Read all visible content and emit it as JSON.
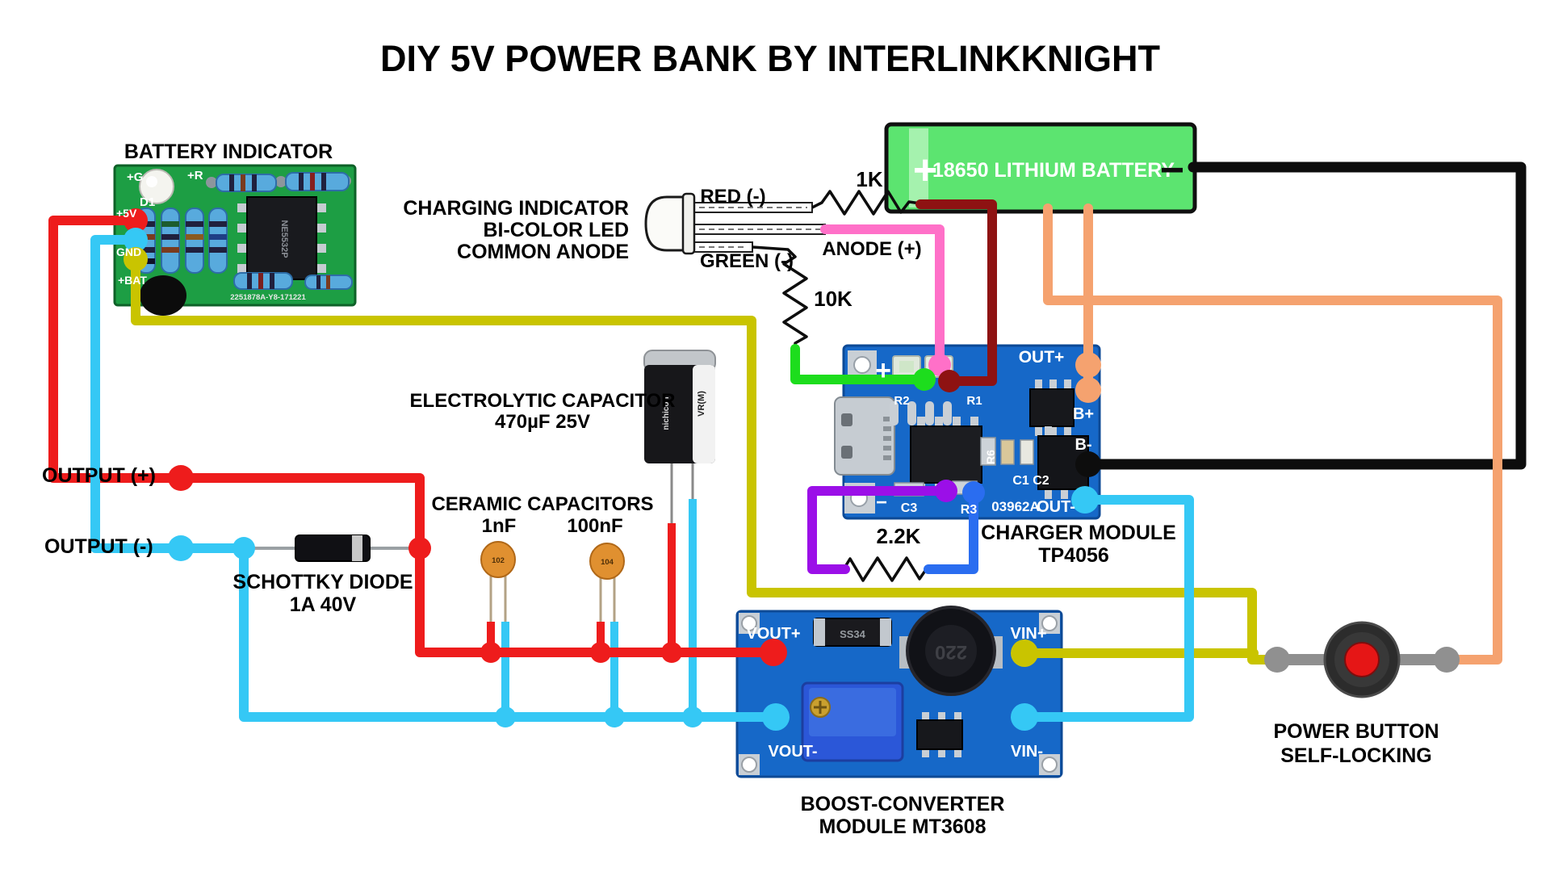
{
  "title": "DIY 5V POWER BANK BY INTERLINKKNIGHT",
  "battery_indicator": {
    "label": "BATTERY INDICATOR",
    "silkscreen": {
      "g": "+G",
      "r": "+R",
      "d1": "D1",
      "v5": "+5V",
      "gnd": "GND",
      "bat": "+BAT",
      "serial": "2251878A-Y8-171221",
      "ic": "NE5532P"
    }
  },
  "charging_led": {
    "line1": "CHARGING INDICATOR",
    "line2": "BI-COLOR LED",
    "line3": "COMMON ANODE",
    "red_pin": "RED (-)",
    "green_pin": "GREEN (-)",
    "anode_pin": "ANODE (+)"
  },
  "resistors": {
    "r1k": "1K",
    "r10k": "10K",
    "r2k2": "2.2K"
  },
  "battery": {
    "label": "18650 LITHIUM BATTERY",
    "plus": "+",
    "minus": "−"
  },
  "charger": {
    "line1": "CHARGER MODULE",
    "line2": "TP4056",
    "silkscreen": {
      "plus": "+",
      "r1": "R1",
      "r2": "R2",
      "c1c2": "C1 C2",
      "r6": "R6",
      "c3": "C3",
      "r3": "R3",
      "minus": "−",
      "id": "03962A",
      "outp": "OUT+",
      "bp": "B+",
      "bm": "B-",
      "outm": "OUT-"
    }
  },
  "boost": {
    "line1": "BOOST-CONVERTER",
    "line2": "MODULE MT3608",
    "silkscreen": {
      "voutp": "VOUT+",
      "voutm": "VOUT-",
      "vinp": "VIN+",
      "vinm": "VIN-",
      "diode": "SS34",
      "inductor": "220"
    }
  },
  "button": {
    "line1": "POWER BUTTON",
    "line2": "SELF-LOCKING"
  },
  "outputs": {
    "plus": "OUTPUT (+)",
    "minus": "OUTPUT (-)"
  },
  "diode": {
    "line1": "SCHOTTKY DIODE",
    "line2": "1A 40V"
  },
  "elco": {
    "line1": "ELECTROLYTIC CAPACITOR",
    "line2": "470µF 25V",
    "brand": "nichicon",
    "series": "VR(M)"
  },
  "ceramics": {
    "label": "CERAMIC CAPACITORS",
    "c1": "1nF",
    "c2": "100nF",
    "m1": "102",
    "m2": "104"
  },
  "colors": {
    "red": "#ee1c1c",
    "cyan": "#35c8f5",
    "yellow": "#c9c400",
    "orange": "#f5a26f",
    "black": "#0d0d0d",
    "pink": "#ff70c8",
    "dark_red": "#8e1212",
    "green": "#1ddd1d",
    "purple": "#9b0fe8",
    "blue": "#2a6df0",
    "gray": "#909090",
    "pcb_green": "#1d9e44",
    "pcb_blue": "#1668c8",
    "battery_green": "#5ce470",
    "lead": "#9aa0a4"
  }
}
